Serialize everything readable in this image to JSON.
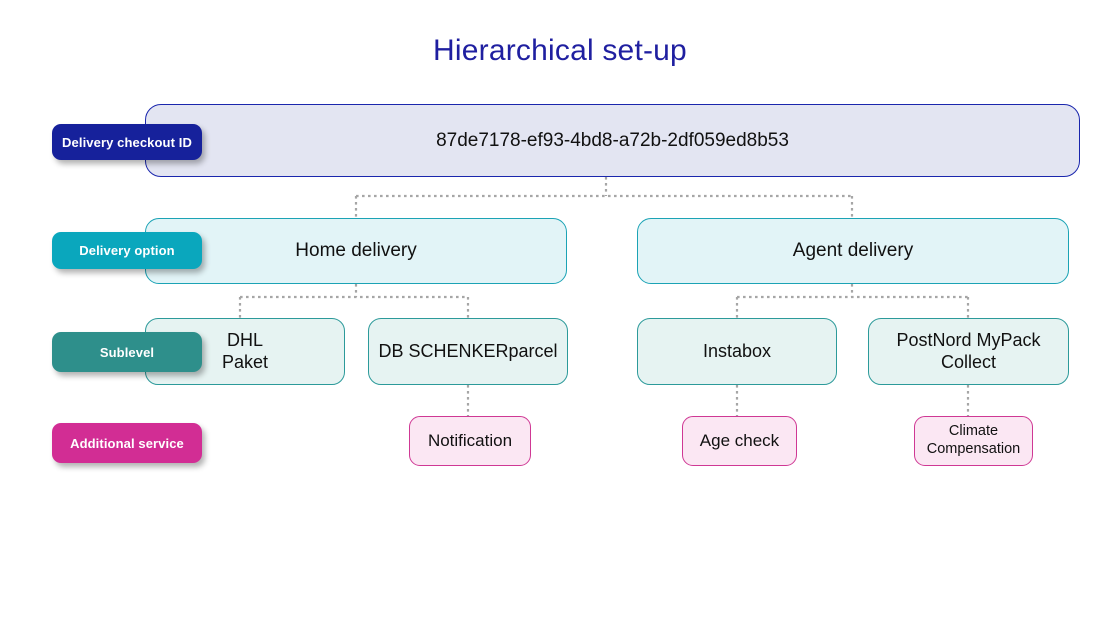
{
  "title": "Hierarchical set-up",
  "colors": {
    "title": "#1f1fa0",
    "root_badge": "#16219b",
    "root_border": "#1a26ad",
    "root_fill": "#e3e5f2",
    "option_badge": "#0aa7bd",
    "option_border": "#1ba3b5",
    "option_fill": "#e2f4f7",
    "sublevel_badge": "#2e8f8b",
    "sublevel_border": "#2c9a9a",
    "sublevel_fill": "#e6f3f2",
    "service_badge": "#d22d94",
    "service_border": "#cf3894",
    "service_fill": "#fbe7f3",
    "connector": "#a6a6a6",
    "background": "#ffffff"
  },
  "legend": {
    "rows": [
      {
        "label": "Delivery checkout ID",
        "kind": "root"
      },
      {
        "label": "Delivery option",
        "kind": "option"
      },
      {
        "label": "Sublevel",
        "kind": "sublevel"
      },
      {
        "label": "Additional service",
        "kind": "service"
      }
    ]
  },
  "tree": {
    "root": {
      "label": "87de7178-ef93-4bd8-a72b-2df059ed8b53"
    },
    "options": [
      {
        "label": "Home delivery"
      },
      {
        "label": "Agent delivery"
      }
    ],
    "sublevels": [
      {
        "label_line1": "DHL",
        "label_line2": "Paket",
        "parent": "Home delivery"
      },
      {
        "label_line1": "DB SCHENKERparcel",
        "label_line2": "",
        "parent": "Home delivery"
      },
      {
        "label_line1": "Instabox",
        "label_line2": "",
        "parent": "Agent delivery"
      },
      {
        "label_line1": "PostNord MyPack",
        "label_line2": "Collect",
        "parent": "Agent delivery"
      }
    ],
    "services": [
      {
        "label_line1": "Notification",
        "label_line2": "",
        "parent": "DB SCHENKERparcel"
      },
      {
        "label_line1": "Age check",
        "label_line2": "",
        "parent": "Instabox"
      },
      {
        "label_line1": "Climate",
        "label_line2": "Compensation",
        "parent": "PostNord MyPack Collect"
      }
    ]
  }
}
